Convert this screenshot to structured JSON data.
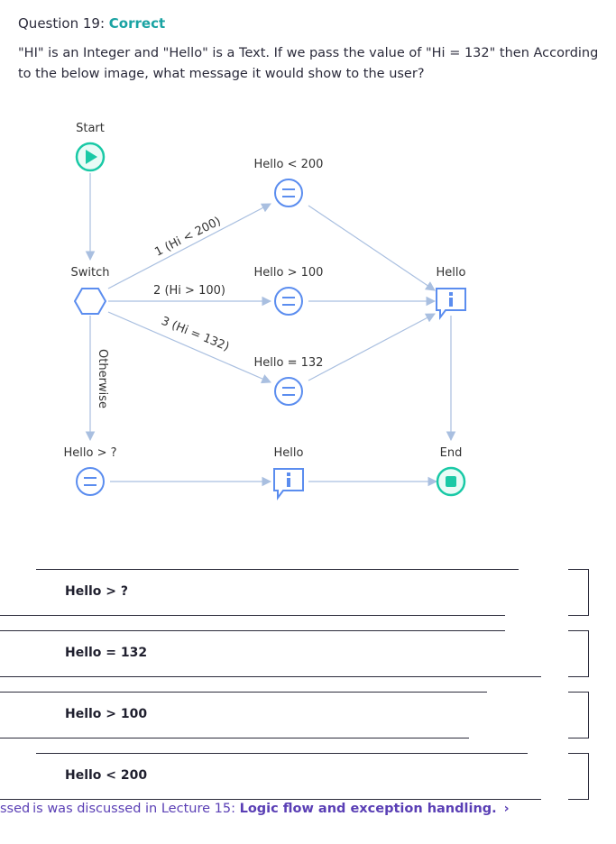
{
  "question": {
    "number_label": "Question 19:",
    "status": "Correct",
    "text": "\"HI\" is an Integer and \"Hello\" is a Text. If we pass the value of \"Hi = 132\" then According to the below image, what message it would show to the user?"
  },
  "diagram": {
    "start_label": "Start",
    "switch_label": "Switch",
    "otherwise_label": "Otherwise",
    "branch1_label": "1 (Hi < 200)",
    "branch2_label": "2 (Hi > 100)",
    "branch3_label": "3 (Hi = 132)",
    "assign1_label": "Hello < 200",
    "assign2_label": "Hello > 100",
    "assign3_label": "Hello = 132",
    "assign4_label": "Hello > ?",
    "message1_label": "Hello",
    "message2_label": "Hello",
    "end_label": "End",
    "colors": {
      "flow_line": "#a9bfe0",
      "node_blue": "#5b8def",
      "node_teal": "#19c9a6"
    }
  },
  "options": [
    {
      "label": "Hello > ?"
    },
    {
      "label": "Hello = 132"
    },
    {
      "label": "Hello > 100"
    },
    {
      "label": "Hello < 200"
    }
  ],
  "footer": {
    "prefix": "ssed is was discussed in ",
    "lecture_prefix": "Lecture 15: ",
    "link_text": "Logic flow and exception handling.",
    "chevron": "›"
  }
}
